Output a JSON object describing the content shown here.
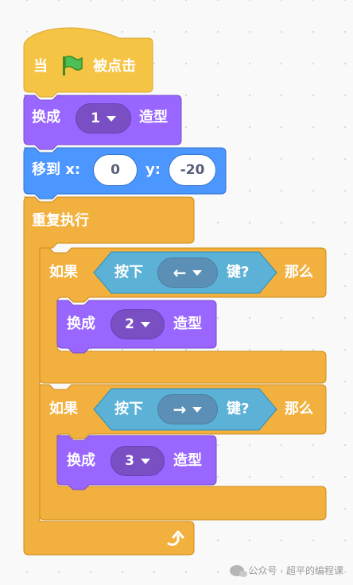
{
  "script": {
    "hat": {
      "label_before": "当",
      "label_after": "被点击",
      "icon": "green-flag-icon"
    },
    "switch_costume_1": {
      "label": "换成",
      "value": "1",
      "suffix": "造型"
    },
    "go_to": {
      "label": "移到 x:",
      "x": "0",
      "y_label": "y:",
      "y": "-20"
    },
    "forever": {
      "label": "重复执行",
      "loop_icon": "loop-arrow-icon"
    },
    "if_left": {
      "if_label": "如果",
      "sensing_label": "按下",
      "key": "←",
      "key_suffix": "键?",
      "then_label": "那么",
      "switch_costume": {
        "label": "换成",
        "value": "2",
        "suffix": "造型"
      }
    },
    "if_right": {
      "if_label": "如果",
      "sensing_label": "按下",
      "key": "→",
      "key_suffix": "键?",
      "then_label": "那么",
      "switch_costume": {
        "label": "换成",
        "value": "3",
        "suffix": "造型"
      }
    }
  },
  "watermark": {
    "text": "公众号 · 超平的编程课"
  },
  "colors": {
    "events": "#f5c445",
    "looks": "#9966ff",
    "looks_dark": "#7a4fc4",
    "motion": "#4c97ff",
    "control": "#f2b13f",
    "sensing": "#5cb1d6",
    "text_white": "#ffffff"
  }
}
